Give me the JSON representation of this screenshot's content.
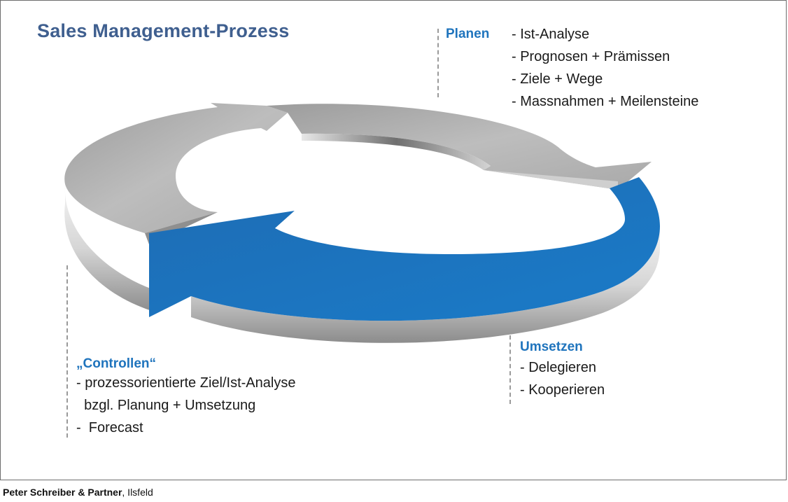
{
  "title": "Sales Management-Prozess",
  "planen": {
    "heading": "Planen",
    "items": [
      "- Ist-Analyse",
      "- Prognosen + Prämissen",
      "- Ziele + Wege",
      "- Massnahmen + Meilensteine"
    ]
  },
  "umsetzen": {
    "heading": "Umsetzen",
    "items": [
      "- Delegieren",
      "- Kooperieren"
    ]
  },
  "controllen": {
    "heading": "„Controllen“",
    "items": [
      "- prozessorientierte Ziel/Ist-Analyse",
      "  bzgl. Planung + Umsetzung",
      "-  Forecast"
    ]
  },
  "footer": {
    "company": "Peter Schreiber & Partner",
    "location": ", Ilsfeld"
  },
  "colors": {
    "title": "#3f5f8f",
    "accent_blue": "#1f74bd",
    "arrow_grey": "#b8b8b8"
  }
}
